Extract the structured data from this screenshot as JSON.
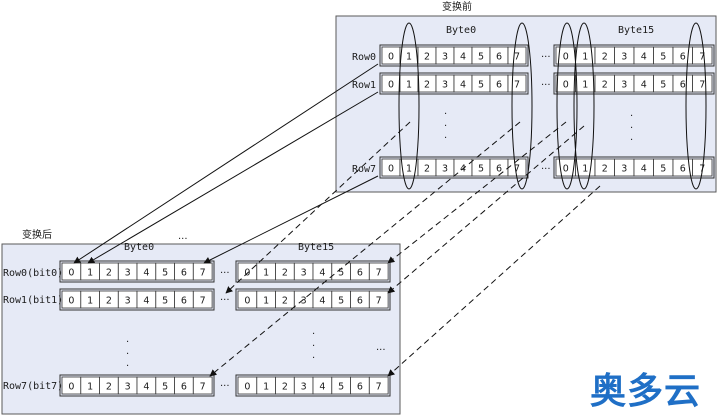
{
  "before_title": "变换前",
  "after_title": "变换后",
  "byte_first": "Byte0",
  "byte_last": "Byte15",
  "ellipsis": "...",
  "before_rows": [
    "Row0",
    "Row1",
    "Row7"
  ],
  "after_rows": [
    "Row0(bit0)",
    "Row1(bit1)",
    "Row7(bit7)"
  ],
  "cells": [
    "0",
    "1",
    "2",
    "3",
    "4",
    "5",
    "6",
    "7"
  ],
  "watermark": "奥多云",
  "colors": {
    "panel": "#e6eaf6",
    "border": "#5a5a5a",
    "accent": "#1f6fc6"
  }
}
